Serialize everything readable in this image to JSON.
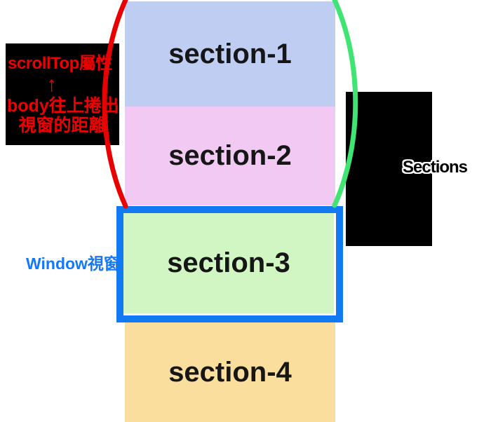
{
  "sections": [
    {
      "label": "section-1",
      "fill": "#BFCDF3"
    },
    {
      "label": "section-2",
      "fill": "#F1C9F3"
    },
    {
      "label": "section-3",
      "fill": "#D2F6C3"
    },
    {
      "label": "section-4",
      "fill": "#FADE9E"
    }
  ],
  "viewport": {
    "border_color": "#1179F2"
  },
  "annotations": {
    "scrolltop": {
      "line1": "scrollTop屬性",
      "arrow_glyph": "↑",
      "line2": "body往上捲出",
      "line3": "視窗的距離",
      "text_color": "#EE0000",
      "bg_color": "#000000"
    },
    "window_label": {
      "text": "Window視窗",
      "text_color": "#1379F8",
      "bg_color": "#000000"
    },
    "right_panel": {
      "label": "Sections",
      "bg_color": "#000000",
      "text_color": "#000000",
      "outline_color": "#FFFFFF"
    }
  },
  "arcs": {
    "scrolled_out_left_color": "#E90000",
    "scrolled_out_right_color": "#3FE473"
  }
}
